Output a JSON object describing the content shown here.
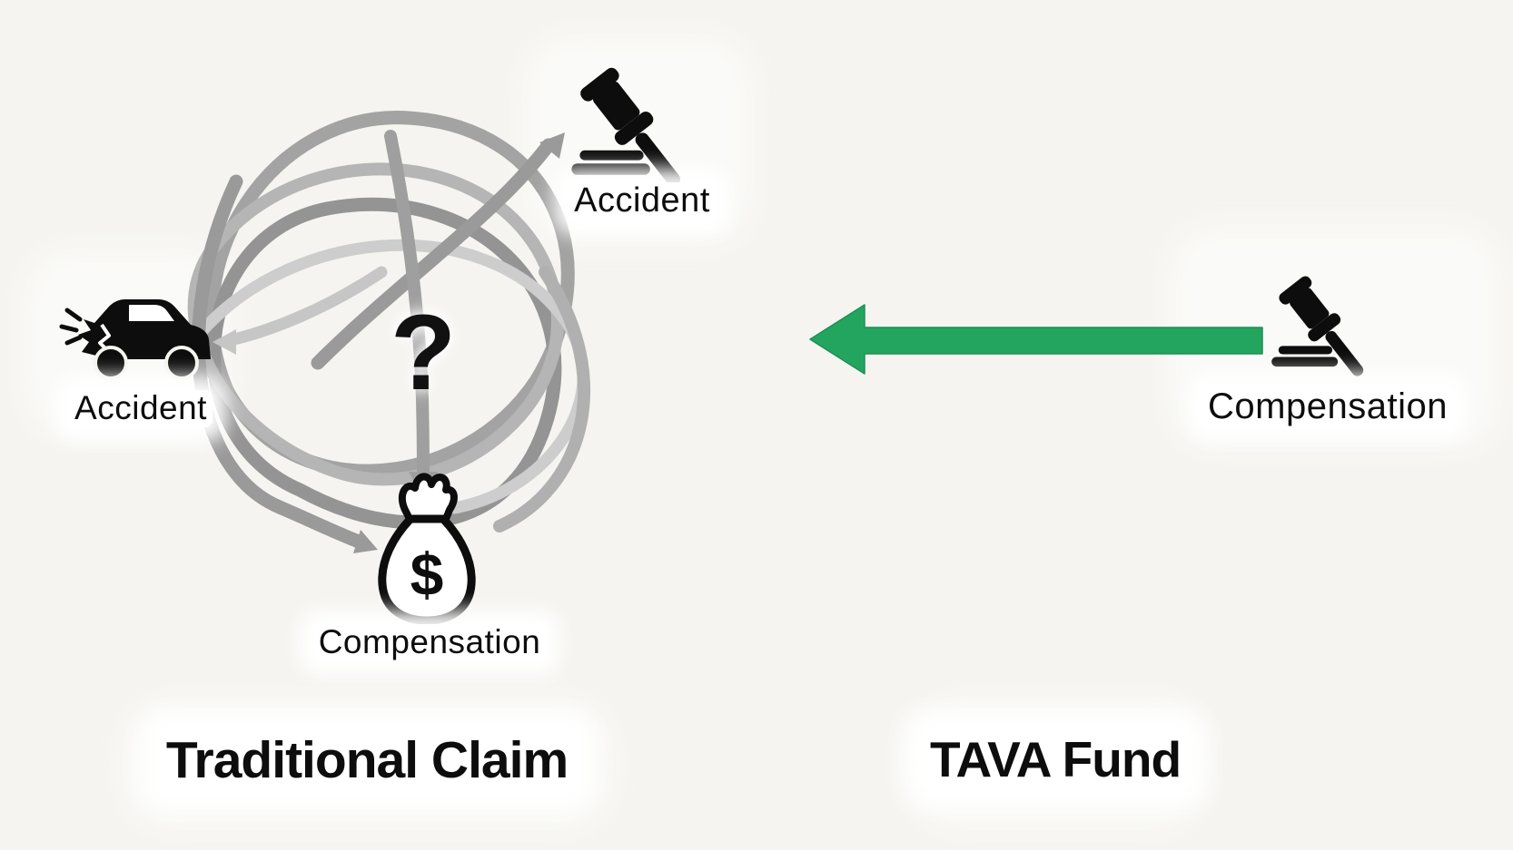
{
  "diagram": {
    "left": {
      "title": "Traditional Claim",
      "nodes": {
        "car": {
          "icon": "car-crash",
          "label": "Accident"
        },
        "gavel": {
          "icon": "gavel",
          "label": "Accident"
        },
        "question": {
          "symbol": "?"
        },
        "bag": {
          "icon": "money-bag",
          "symbol": "$",
          "label": "Compensation"
        }
      },
      "tangle": {
        "description": "tangled gray arrows between accident and compensation"
      }
    },
    "right": {
      "title": "TAVA Fund",
      "nodes": {
        "gavel": {
          "icon": "gavel",
          "label": "Compensation"
        }
      },
      "arrow": {
        "direction": "left",
        "color": "#23a55f"
      }
    },
    "colors": {
      "background": "#f5f4f0",
      "ink": "#0d0d0d",
      "tangle_gray_dark": "#949494",
      "tangle_gray": "#a3a3a3",
      "tangle_gray_light": "#c9c9c9",
      "green": "#23a55f"
    }
  }
}
